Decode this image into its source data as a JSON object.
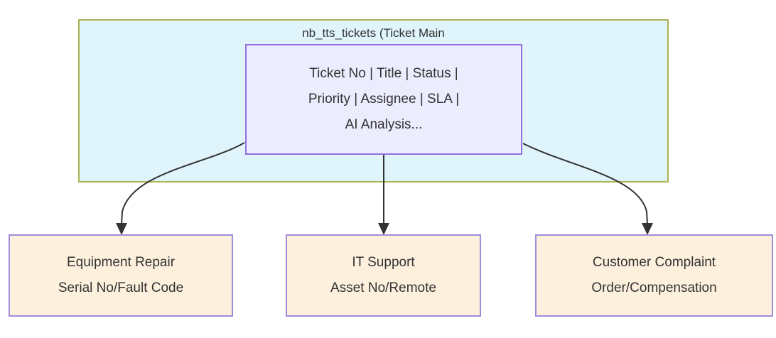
{
  "cluster": {
    "title": "nb_tts_tickets (Ticket Main"
  },
  "main_node": {
    "lines": [
      "Ticket No | Title | Status |",
      "Priority | Assignee | SLA |",
      "AI Analysis..."
    ]
  },
  "children": [
    {
      "lines": [
        "Equipment Repair",
        "Serial No/Fault Code"
      ]
    },
    {
      "lines": [
        "IT Support",
        "Asset No/Remote"
      ]
    },
    {
      "lines": [
        "Customer Complaint",
        "Order/Compensation"
      ]
    }
  ],
  "edges": [
    {
      "from": "ticket-main-fields",
      "to": "equipment-repair"
    },
    {
      "from": "ticket-main-fields",
      "to": "it-support"
    },
    {
      "from": "ticket-main-fields",
      "to": "customer-complaint"
    }
  ],
  "colors": {
    "cluster_fill": "#dff4fb",
    "cluster_border": "#aeb152",
    "node_fill": "#ececff",
    "node_border": "#9370db",
    "child_fill": "#fdf0dc",
    "child_border": "#a18cd9",
    "edge_color": "#333333",
    "text_color": "#333333"
  }
}
